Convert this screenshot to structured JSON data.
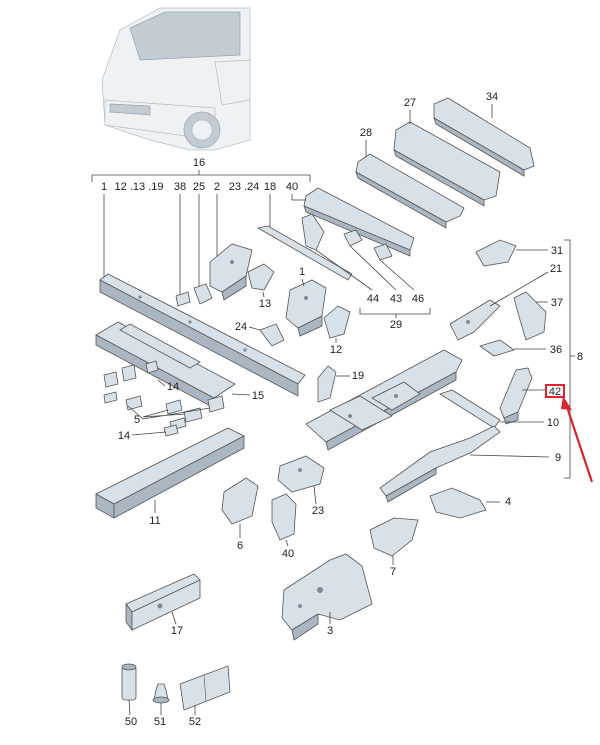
{
  "callouts": {
    "c1": "1",
    "c2": "2",
    "c3": "3",
    "c4": "4",
    "c5": "5",
    "c6": "6",
    "c7": "7",
    "c8": "8",
    "c9": "9",
    "c10": "10",
    "c11": "11",
    "c12": "12",
    "c12_13_19": "12 .13 .19",
    "c13": "13",
    "c14a": "14",
    "c14b": "14",
    "c15": "15",
    "c16": "16",
    "c17": "17",
    "c18": "18",
    "c19": "19",
    "c21": "21",
    "c23": "23",
    "c23_24": "23 .24",
    "c24": "24",
    "c25": "25",
    "c27": "27",
    "c28": "28",
    "c29": "29",
    "c31": "31",
    "c34": "34",
    "c36": "36",
    "c37": "37",
    "c38": "38",
    "c40a": "40",
    "c40b": "40",
    "c42": "42",
    "c43": "43",
    "c44": "44",
    "c46": "46",
    "c50": "50",
    "c51": "51",
    "c52": "52"
  },
  "highlight": {
    "target": "42",
    "box_color": "#e8202a",
    "arrow_color": "#d8262e"
  },
  "colors": {
    "part_fill": "#d9e1e8",
    "part_shadow": "#aab6c2",
    "line": "#444444"
  }
}
